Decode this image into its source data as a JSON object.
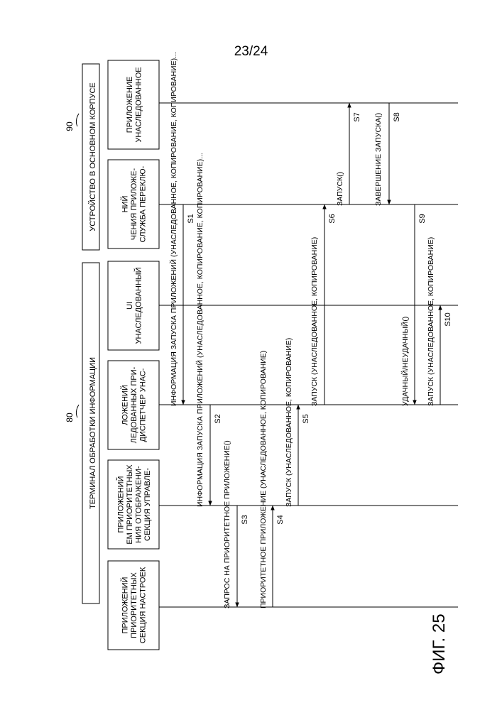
{
  "page_number": "23/24",
  "figure_label": "ФИГ. 25",
  "groups": [
    {
      "ref": "80",
      "title": "ТЕРМИНАЛ ОБРАБОТКИ ИНФОРМАЦИИ"
    },
    {
      "ref": "90",
      "title": "УСТРОЙСТВО В ОСНОВНОМ КОРПУСЕ"
    }
  ],
  "lanes": [
    {
      "lines": [
        "СЕКЦИЯ НАСТРОЕК",
        "ПРИОРИТЕТНЫХ",
        "ПРИЛОЖЕНИЙ"
      ]
    },
    {
      "lines": [
        "СЕКЦИЯ УПРАВЛЕ-",
        "НИЯ ОТОБРАЖЕНИ-",
        "ЕМ ПРИОРИТЕТНЫХ",
        "ПРИЛОЖЕНИЙ"
      ]
    },
    {
      "lines": [
        "ДИСПЕТЧЕР УНАС-",
        "ЛЕДОВАННЫХ ПРИ-",
        "ЛОЖЕНИЙ"
      ]
    },
    {
      "lines": [
        "УНАСЛЕДОВАННЫЙ",
        "UI"
      ]
    },
    {
      "lines": [
        "СЛУЖБА ПЕРЕКЛЮ-",
        "ЧЕНИЯ ПРИЛОЖЕ-",
        "НИЙ"
      ]
    },
    {
      "lines": [
        "УНАСЛЕДОВАННОЕ",
        "ПРИЛОЖЕНИЕ"
      ]
    }
  ],
  "messages": [
    {
      "step": "S1",
      "label": "ИНФОРМАЦИЯ ЗАПУСКА ПРИЛОЖЕНИЙ (УНАСЛЕДОВАННОЕ, КОПИРОВАНИЕ, КОПИРОВАНИЕ)...",
      "from": 4,
      "to": 2
    },
    {
      "step": "S2",
      "label": "ИНФОРМАЦИЯ ЗАПУСКА ПРИЛОЖЕНИЙ (УНАСЛЕДОВАННОЕ, КОПИРОВАНИЕ, КОПИРОВАНИЕ)...",
      "from": 2,
      "to": 1
    },
    {
      "step": "S3",
      "label": "ЗАПРОС НА ПРИОРИТЕТНОЕ ПРИЛОЖЕНИЕ()",
      "from": 1,
      "to": 0
    },
    {
      "step": "S4",
      "label": "ПРИОРИТЕТНОЕ ПРИЛОЖЕНИЕ (УНАСЛЕДОВАННОЕ, КОПИРОВАНИЕ)",
      "from": 0,
      "to": 1
    },
    {
      "step": "S5",
      "label": "ЗАПУСК (УНАСЛЕДОВАННОЕ, КОПИРОВАНИЕ)",
      "from": 1,
      "to": 2
    },
    {
      "step": "S6",
      "label": "ЗАПУСК (УНАСЛЕДОВАННОЕ, КОПИРОВАНИЕ)",
      "from": 2,
      "to": 4
    },
    {
      "step": "S7",
      "label": "ЗАПУСК()",
      "from": 4,
      "to": 5
    },
    {
      "step": "S8",
      "label": "ЗАВЕРШЕНИЕ ЗАПУСКА()",
      "from": 5,
      "to": 4
    },
    {
      "step": "S9",
      "label": "УДАЧНЫЙ/НЕУДАЧНЫЙ()",
      "from": 4,
      "to": 2
    },
    {
      "step": "S10",
      "label": "ЗАПУСК (УНАСЛЕДОВАННОЕ, КОПИРОВАНИЕ)",
      "from": 2,
      "to": 3
    }
  ]
}
